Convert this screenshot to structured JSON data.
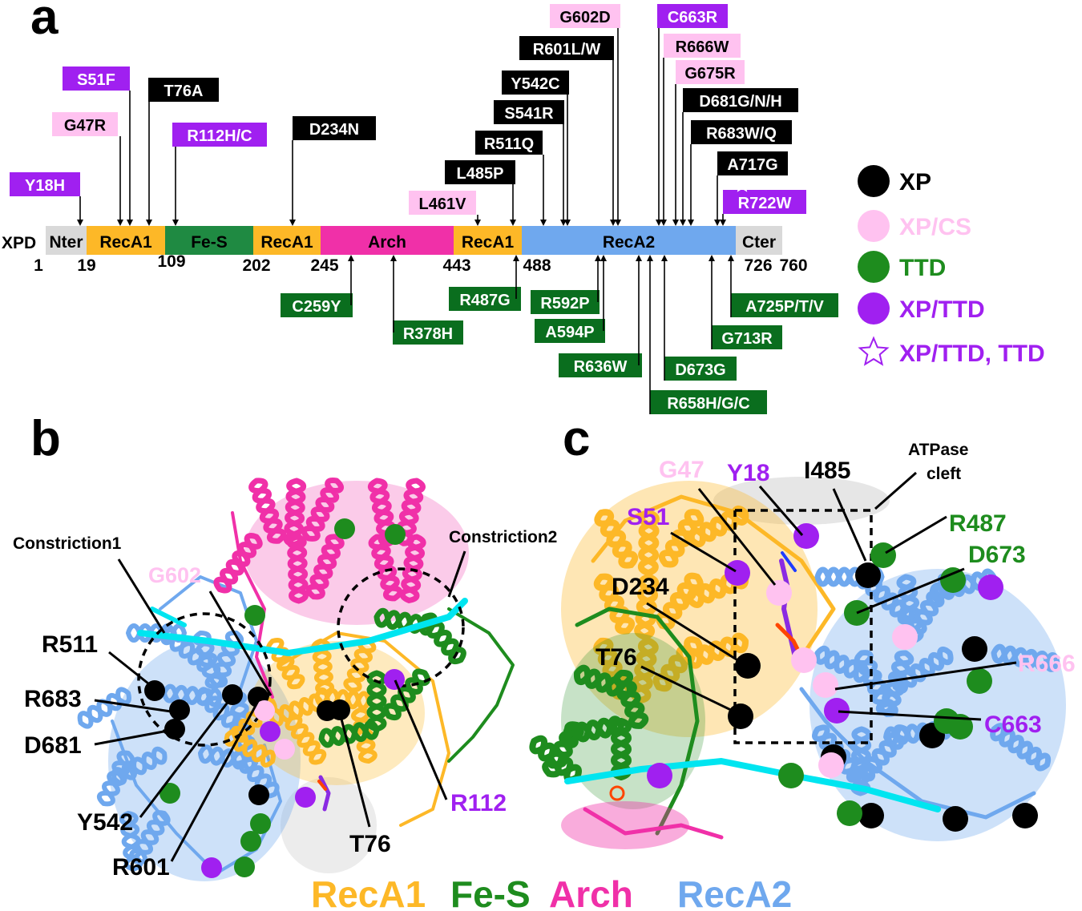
{
  "panels": {
    "a": "a",
    "b": "b",
    "c": "c"
  },
  "colors": {
    "xp": "#000000",
    "xpcs": "#ffc2f0",
    "ttd": "#0a6e1e",
    "xpttd": "#a020f0",
    "ttd_dot": "#1e8c1e",
    "recA1": "#fdb827",
    "fes": "#1f8a42",
    "arch": "#f030a8",
    "recA2": "#6fa8ee",
    "term": "#d9d9d9",
    "cyan": "#00e5f0",
    "grey_struct": "#c8c8c8"
  },
  "domain_bar": {
    "protein": "XPD",
    "segments": [
      {
        "label": "Nter",
        "color": "term"
      },
      {
        "label": "RecA1",
        "color": "recA1"
      },
      {
        "label": "Fe-S",
        "color": "fes"
      },
      {
        "label": "RecA1",
        "color": "recA1"
      },
      {
        "label": "Arch",
        "color": "arch"
      },
      {
        "label": "RecA1",
        "color": "recA1"
      },
      {
        "label": "RecA2",
        "color": "recA2"
      },
      {
        "label": "Cter",
        "color": "term"
      }
    ],
    "positions": [
      "1",
      "19",
      "109",
      "202",
      "245",
      "443",
      "488",
      "726",
      "760"
    ]
  },
  "mutations_top": [
    {
      "label": "Y18H",
      "class": "xpttd"
    },
    {
      "label": "G47R",
      "class": "xpcs"
    },
    {
      "label": "S51F",
      "class": "xpttd"
    },
    {
      "label": "T76A",
      "class": "xp"
    },
    {
      "label": "R112H/C",
      "class": "xpttd"
    },
    {
      "label": "D234N",
      "class": "xp"
    },
    {
      "label": "L461V",
      "class": "xpcs"
    },
    {
      "label": "L485P",
      "class": "xp"
    },
    {
      "label": "R511Q",
      "class": "xp"
    },
    {
      "label": "S541R",
      "class": "xp"
    },
    {
      "label": "Y542C",
      "class": "xp"
    },
    {
      "label": "R601L/W",
      "class": "xp"
    },
    {
      "label": "G602D",
      "class": "xpcs"
    },
    {
      "label": "C663R",
      "class": "xpttd"
    },
    {
      "label": "R666W",
      "class": "xpcs"
    },
    {
      "label": "G675R",
      "class": "xpcs"
    },
    {
      "label": "D681G/N/H",
      "class": "xp"
    },
    {
      "label": "R683W/Q",
      "class": "xp"
    },
    {
      "label": "A717G",
      "class": "xp"
    },
    {
      "label": "R722W",
      "class": "xpttd"
    }
  ],
  "mutations_bottom": [
    {
      "label": "C259Y"
    },
    {
      "label": "R378H"
    },
    {
      "label": "R487G"
    },
    {
      "label": "R592P"
    },
    {
      "label": "A594P"
    },
    {
      "label": "R636W"
    },
    {
      "label": "R658H/G/C"
    },
    {
      "label": "D673G"
    },
    {
      "label": "G713R"
    },
    {
      "label": "A725P/T/V"
    }
  ],
  "legend": [
    {
      "label": "XP",
      "marker": "dot",
      "color": "xp"
    },
    {
      "label": "XP/CS",
      "marker": "dot",
      "color": "xpcs"
    },
    {
      "label": "TTD",
      "marker": "dot",
      "color": "ttd_dot"
    },
    {
      "label": "XP/TTD",
      "marker": "dot",
      "color": "xpttd"
    },
    {
      "label": "XP/TTD, TTD",
      "marker": "star",
      "color": "xpttd"
    }
  ],
  "panel_b": {
    "labels": [
      {
        "text": "Constriction1",
        "color": "xp"
      },
      {
        "text": "Constriction2",
        "color": "xp"
      },
      {
        "text": "G602",
        "color": "xpcs"
      },
      {
        "text": "R511",
        "color": "xp"
      },
      {
        "text": "R683",
        "color": "xp"
      },
      {
        "text": "D681",
        "color": "xp"
      },
      {
        "text": "Y542",
        "color": "xp"
      },
      {
        "text": "R601",
        "color": "xp"
      },
      {
        "text": "T76",
        "color": "xp"
      },
      {
        "text": "R112",
        "color": "xpttd"
      }
    ]
  },
  "panel_c": {
    "labels": [
      {
        "text": "G47",
        "color": "xpcs"
      },
      {
        "text": "Y18",
        "color": "xpttd"
      },
      {
        "text": "I485",
        "color": "xp"
      },
      {
        "text": "ATPase",
        "color": "xp"
      },
      {
        "text": "cleft",
        "color": "xp"
      },
      {
        "text": "S51",
        "color": "xpttd"
      },
      {
        "text": "R487",
        "color": "ttd_dot"
      },
      {
        "text": "D673",
        "color": "ttd_dot"
      },
      {
        "text": "D234",
        "color": "xp"
      },
      {
        "text": "T76",
        "color": "xp"
      },
      {
        "text": "R666",
        "color": "xpcs"
      },
      {
        "text": "C663",
        "color": "xpttd"
      }
    ]
  },
  "domain_legend": [
    {
      "text": "RecA1",
      "color": "recA1"
    },
    {
      "text": "Fe-S",
      "color": "ttd_dot"
    },
    {
      "text": "Arch",
      "color": "arch"
    },
    {
      "text": "RecA2",
      "color": "recA2"
    }
  ]
}
